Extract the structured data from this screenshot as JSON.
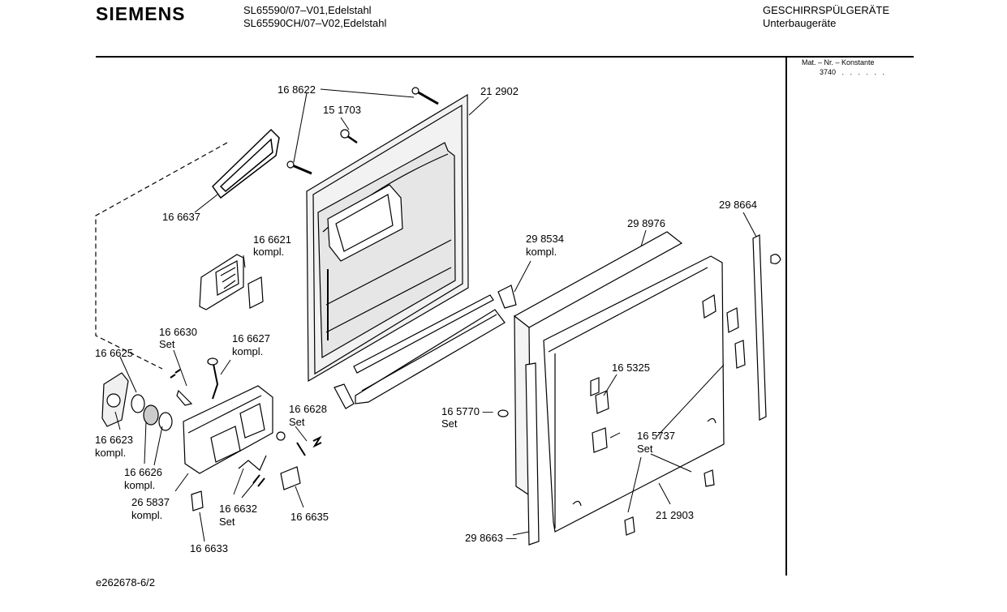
{
  "header": {
    "brand": "SIEMENS",
    "model_line_1": "SL65590/07–V01,Edelstahl",
    "model_line_2": "SL65590CH/07–V02,Edelstahl",
    "category": "GESCHIRRSPÜLGERÄTE",
    "subcategory": "Unterbaugeräte"
  },
  "side_panel": {
    "heading": "Mat. – Nr. – Konstante",
    "value": "3740   .   .   .   .   .   ."
  },
  "footer": {
    "document_code": "e262678-6/2"
  },
  "parts": [
    {
      "id": "p168622",
      "lines": [
        "16 8622"
      ]
    },
    {
      "id": "p151703",
      "lines": [
        "15 1703"
      ]
    },
    {
      "id": "p212902",
      "lines": [
        "21 2902"
      ]
    },
    {
      "id": "p166637",
      "lines": [
        "16 6637"
      ]
    },
    {
      "id": "p166621",
      "lines": [
        "16 6621",
        "kompl."
      ]
    },
    {
      "id": "p298664",
      "lines": [
        "29 8664"
      ]
    },
    {
      "id": "p298976",
      "lines": [
        "29 8976"
      ]
    },
    {
      "id": "p298534",
      "lines": [
        "29 8534",
        "kompl."
      ]
    },
    {
      "id": "p166630",
      "lines": [
        "16 6630",
        "Set"
      ]
    },
    {
      "id": "p166627",
      "lines": [
        "16 6627",
        "kompl."
      ]
    },
    {
      "id": "p166625",
      "lines": [
        "16 6625"
      ]
    },
    {
      "id": "p165325",
      "lines": [
        "16 5325"
      ]
    },
    {
      "id": "p166628",
      "lines": [
        "16 6628",
        "Set"
      ]
    },
    {
      "id": "p165770",
      "lines": [
        "16 5770 —",
        "Set"
      ]
    },
    {
      "id": "p166623",
      "lines": [
        "16 6623",
        "kompl."
      ]
    },
    {
      "id": "p165737",
      "lines": [
        "16 5737",
        "Set"
      ]
    },
    {
      "id": "p166626",
      "lines": [
        "16 6626",
        "kompl."
      ]
    },
    {
      "id": "p265837",
      "lines": [
        "26 5837",
        "kompl."
      ]
    },
    {
      "id": "p166632",
      "lines": [
        "16 6632",
        "Set"
      ]
    },
    {
      "id": "p166635",
      "lines": [
        "16 6635"
      ]
    },
    {
      "id": "p212903",
      "lines": [
        "21 2903"
      ]
    },
    {
      "id": "p298663",
      "lines": [
        "29 8663 —"
      ]
    },
    {
      "id": "p166633",
      "lines": [
        "16 6633"
      ]
    }
  ]
}
